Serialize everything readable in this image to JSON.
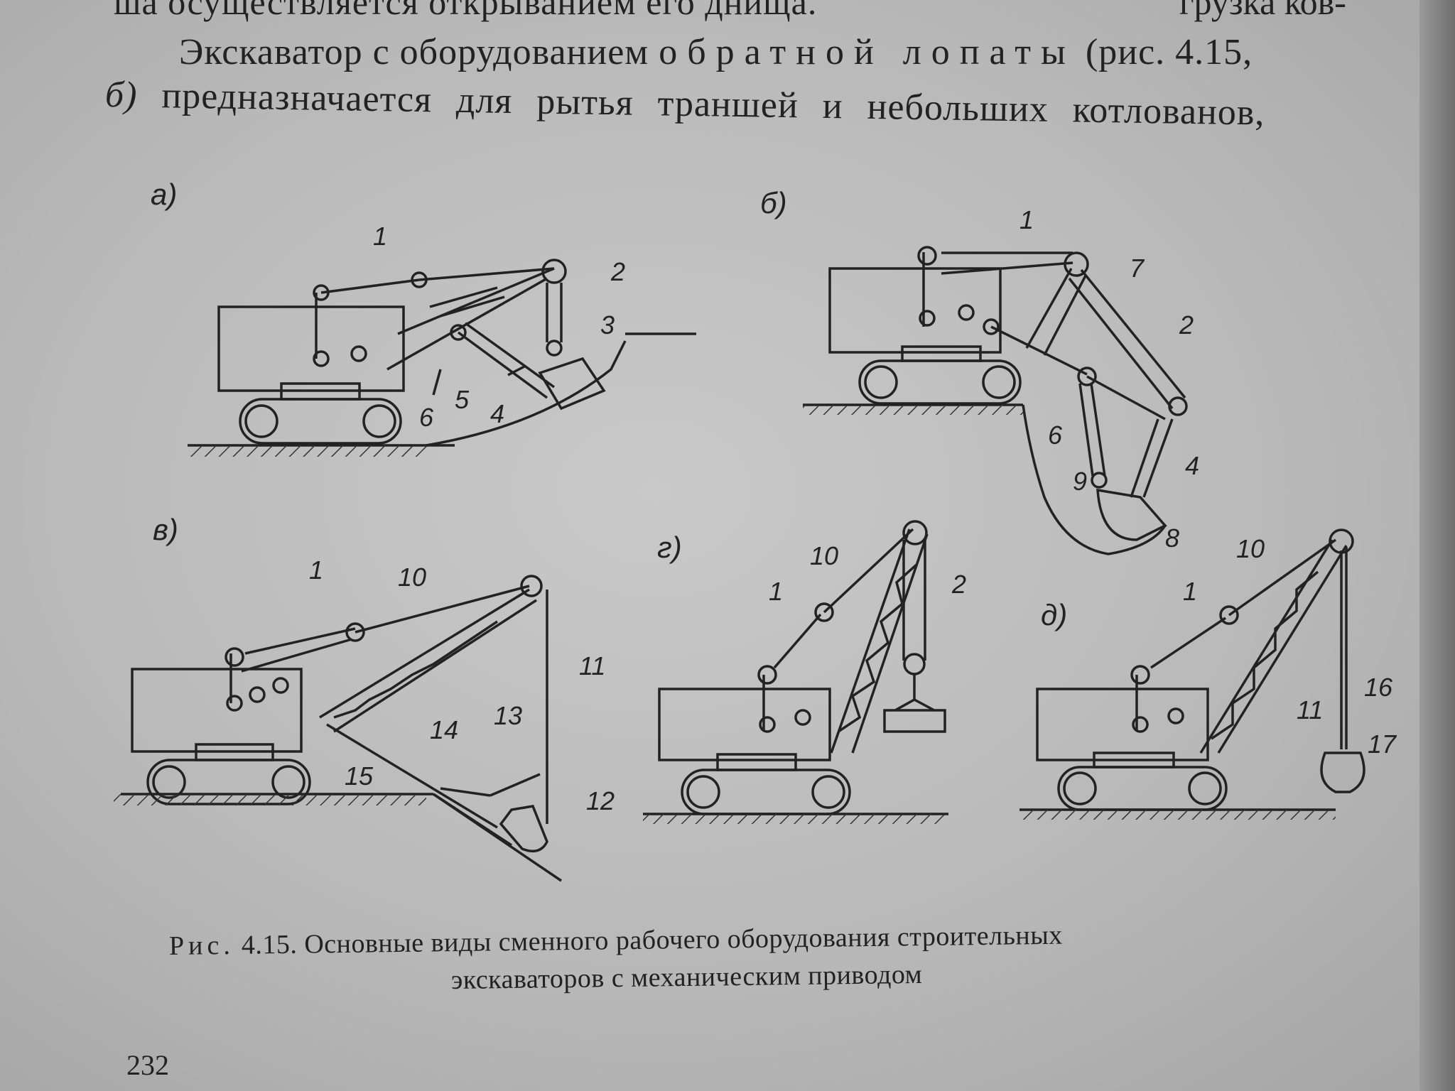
{
  "text": {
    "line1_left": "ша осуществляется открыванием его днища.",
    "line1_right": "грузка ков-",
    "line2_a": "Экскаватор с оборудованием ",
    "line2_b": "обратной лопаты",
    "line2_c": " (рис. 4.15,",
    "line3_a": "б)",
    "line3_b": " предназначается для рытья траншей и небольших котлованов,"
  },
  "figure": {
    "panels": {
      "a": "а)",
      "b": "б)",
      "v": "в)",
      "g": "г)",
      "d": "д)"
    },
    "labels": {
      "a": [
        "1",
        "2",
        "3",
        "4",
        "5",
        "6"
      ],
      "b": [
        "1",
        "7",
        "2",
        "6",
        "9",
        "4",
        "8"
      ],
      "v": [
        "1",
        "10",
        "11",
        "13",
        "14",
        "15",
        "12"
      ],
      "g": [
        "10",
        "1",
        "2"
      ],
      "d": [
        "10",
        "1",
        "16",
        "11",
        "17"
      ]
    }
  },
  "caption": {
    "prefix": "Рис.",
    "text1": " 4.15. Основные виды сменного рабочего оборудования строительных",
    "text2": "экскаваторов с механическим приводом"
  },
  "page_number": "232",
  "colors": {
    "paper": "#c2c2c2",
    "ink": "#222222"
  }
}
